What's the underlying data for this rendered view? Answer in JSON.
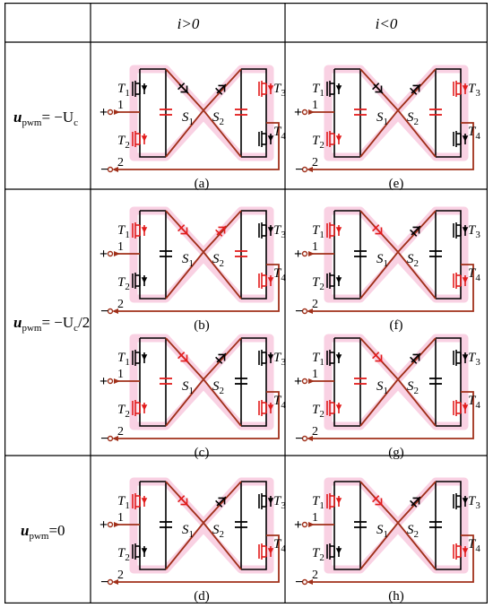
{
  "header": {
    "col1": "i>0",
    "col2": "i<0"
  },
  "rows": [
    {
      "label_var": "u",
      "label_sub": "pwm",
      "label_eq": "= −U",
      "label_tail_sub": "c",
      "label_tail": ""
    },
    {
      "label_var": "u",
      "label_sub": "pwm",
      "label_eq": "= −U",
      "label_tail_sub": "c",
      "label_tail": "/2"
    },
    {
      "label_var": "u",
      "label_sub": "pwm",
      "label_eq": "=0",
      "label_tail_sub": "",
      "label_tail": ""
    }
  ],
  "circuit_labels": {
    "t1": "T",
    "t1s": "1",
    "t2": "T",
    "t2s": "2",
    "t3": "T",
    "t3s": "3",
    "t4": "T",
    "t4s": "4",
    "s1": "S",
    "s1s": "1",
    "s2": "S",
    "s2s": "2",
    "n1": "1",
    "n2": "2",
    "plus": "+",
    "minus": "−"
  },
  "panels": [
    {
      "id": "a",
      "caption": "(a)"
    },
    {
      "id": "e",
      "caption": "(e)"
    },
    {
      "id": "b",
      "caption": "(b)"
    },
    {
      "id": "f",
      "caption": "(f)"
    },
    {
      "id": "c",
      "caption": "(c)"
    },
    {
      "id": "g",
      "caption": "(g)"
    },
    {
      "id": "d",
      "caption": "(d)"
    },
    {
      "id": "h",
      "caption": "(h)"
    }
  ],
  "colors": {
    "border": "#000000",
    "wire": "#000000",
    "path": "#a0301a",
    "highlight": "#f7c6dc",
    "device_on": "#e21c1c"
  }
}
